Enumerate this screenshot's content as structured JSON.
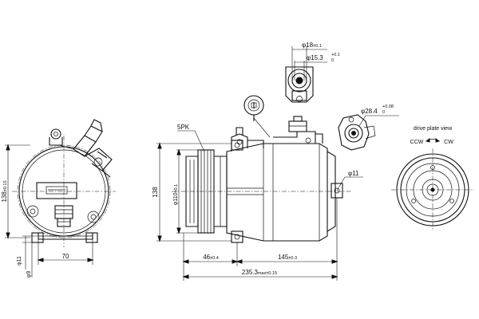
{
  "title_label": "5PK",
  "dims": {
    "front_height": "138",
    "front_height_tol": "±0.15",
    "mount_width": "70",
    "bolt_dia_1": "φ11",
    "bolt_dia_2": "φ9",
    "side_height": "138",
    "pulley_dia": "φ110",
    "pulley_dia_tol": "±0.1",
    "pulley_offset": "46",
    "pulley_offset_tol": "±0.4",
    "body_length": "145",
    "body_length_tol": "±0.3",
    "overall_length": "235.3",
    "overall_length_sub": "max",
    "overall_length_tol": "±0.15",
    "mount_hole_dia": "φ11",
    "port_outer_dia": "φ18",
    "port_outer_tol": "±0.1",
    "port_inner_dia": "φ15.3",
    "port_inner_tol_upper": "+0.1",
    "port_inner_tol_lower": "0",
    "port2_dia": "φ28.4",
    "port2_tol_upper": "+0.08",
    "port2_tol_lower": "0"
  },
  "drive_view": {
    "heading": "drive plate view",
    "ccw": "CCW",
    "cw": "CW"
  }
}
